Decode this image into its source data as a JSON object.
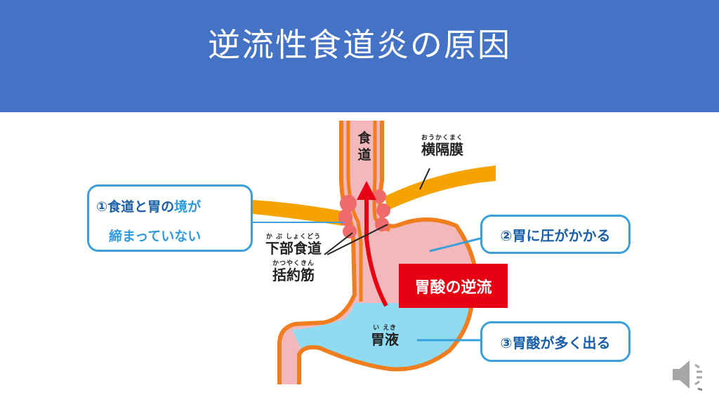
{
  "slide": {
    "title": "逆流性食道炎の原因"
  },
  "diagram": {
    "esophagus_label": [
      "食",
      "道"
    ],
    "diaphragm": {
      "ruby": "おうかくまく",
      "label": "横隔膜"
    },
    "lower_sphincter": {
      "ruby1": "か ぶ しょくどう",
      "label1": "下部食道",
      "ruby2": "かつやくきん",
      "label2": "括約筋"
    },
    "gastric_juice": {
      "ruby": "い えき",
      "label": "胃液"
    },
    "acid_reflux_label": "胃酸の逆流"
  },
  "callouts": {
    "c1": {
      "line1_prefix": "①食道と胃の",
      "line1_highlight": "境が",
      "line2": "締まっていない"
    },
    "c2": {
      "text": "②胃に圧がかかる"
    },
    "c3": {
      "text": "③胃酸が多く出る"
    }
  },
  "colors": {
    "header": "#4472c4",
    "stomach_wall": "#f07d1e",
    "stomach_fill": "#f2b8bb",
    "juice": "#8fdcf2",
    "diaphragm": "#f5a300",
    "sphincter": "#ef6a6a",
    "arrow": "#e60012",
    "callout_border": "#3aa0dc"
  },
  "icons": {
    "speaker": "speaker-icon"
  }
}
